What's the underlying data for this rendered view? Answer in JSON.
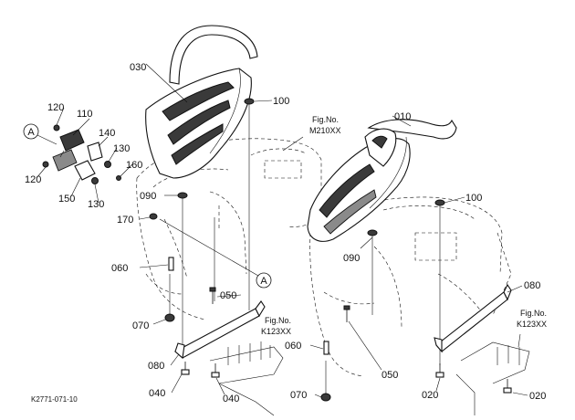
{
  "diagram": {
    "code": "K2771-071-10",
    "callout_letter": "A",
    "fig_refs": [
      {
        "line1": "Fig.No.",
        "line2": "M210XX"
      },
      {
        "line1": "Fig.No.",
        "line2": "K123XX"
      },
      {
        "line1": "Fig.No.",
        "line2": "K123XX"
      }
    ],
    "labels": {
      "p030": "030",
      "p100a": "100",
      "p010": "010",
      "p100b": "100",
      "p120a": "120",
      "p110": "110",
      "p140": "140",
      "p130a": "130",
      "p160": "160",
      "p120b": "120",
      "p150": "150",
      "p130b": "130",
      "p090a": "090",
      "p170": "170",
      "p090b": "090",
      "p060a": "060",
      "p050a": "050",
      "p070a": "070",
      "p080a": "080",
      "p040a": "040",
      "p040b": "040",
      "p060b": "060",
      "p070b": "070",
      "p050b": "050",
      "p080b": "080",
      "p020a": "020",
      "p020b": "020"
    }
  }
}
